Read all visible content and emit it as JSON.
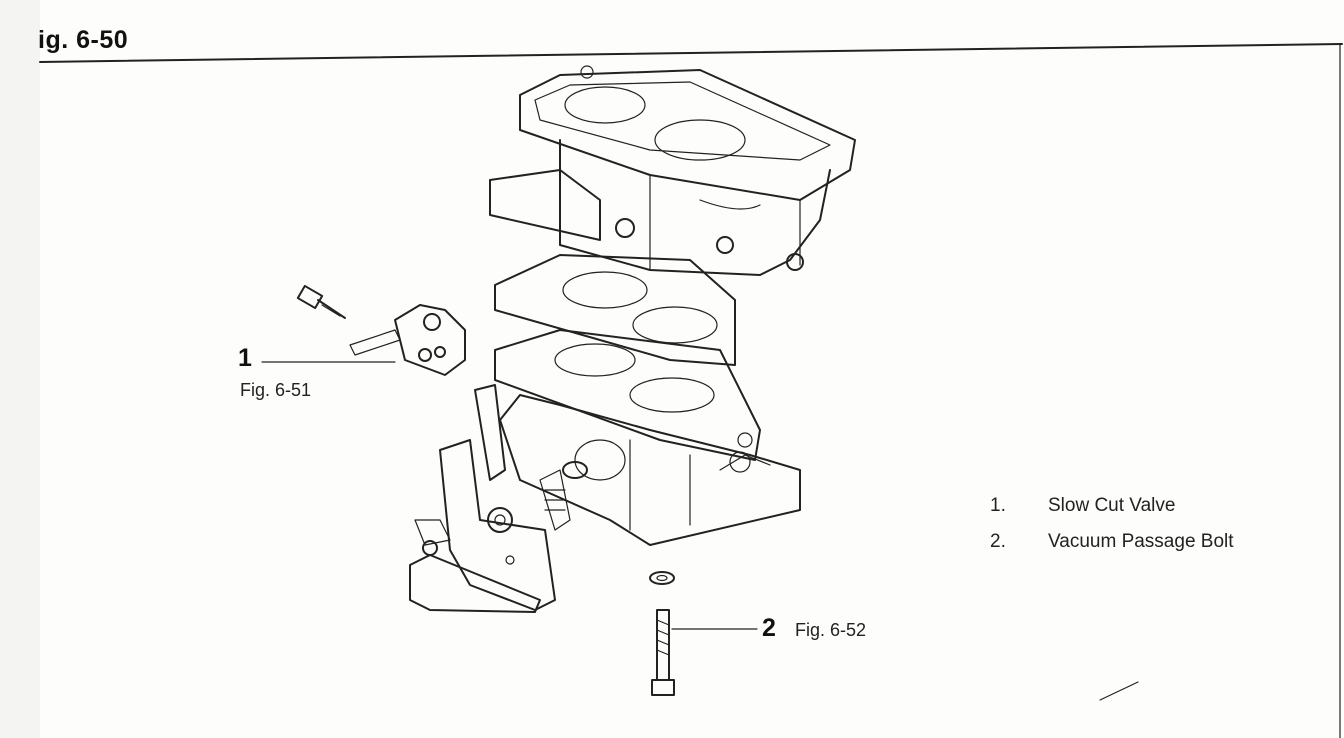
{
  "figure": {
    "title": "ig. 6-50"
  },
  "callouts": [
    {
      "number": "1",
      "reference": "Fig. 6-51"
    },
    {
      "number": "2",
      "reference": "Fig. 6-52"
    }
  ],
  "legend": [
    {
      "number": "1.",
      "label": "Slow Cut Valve"
    },
    {
      "number": "2.",
      "label": "Vacuum Passage Bolt"
    }
  ],
  "illustration": {
    "subject": "carburetor-exploded-view"
  }
}
